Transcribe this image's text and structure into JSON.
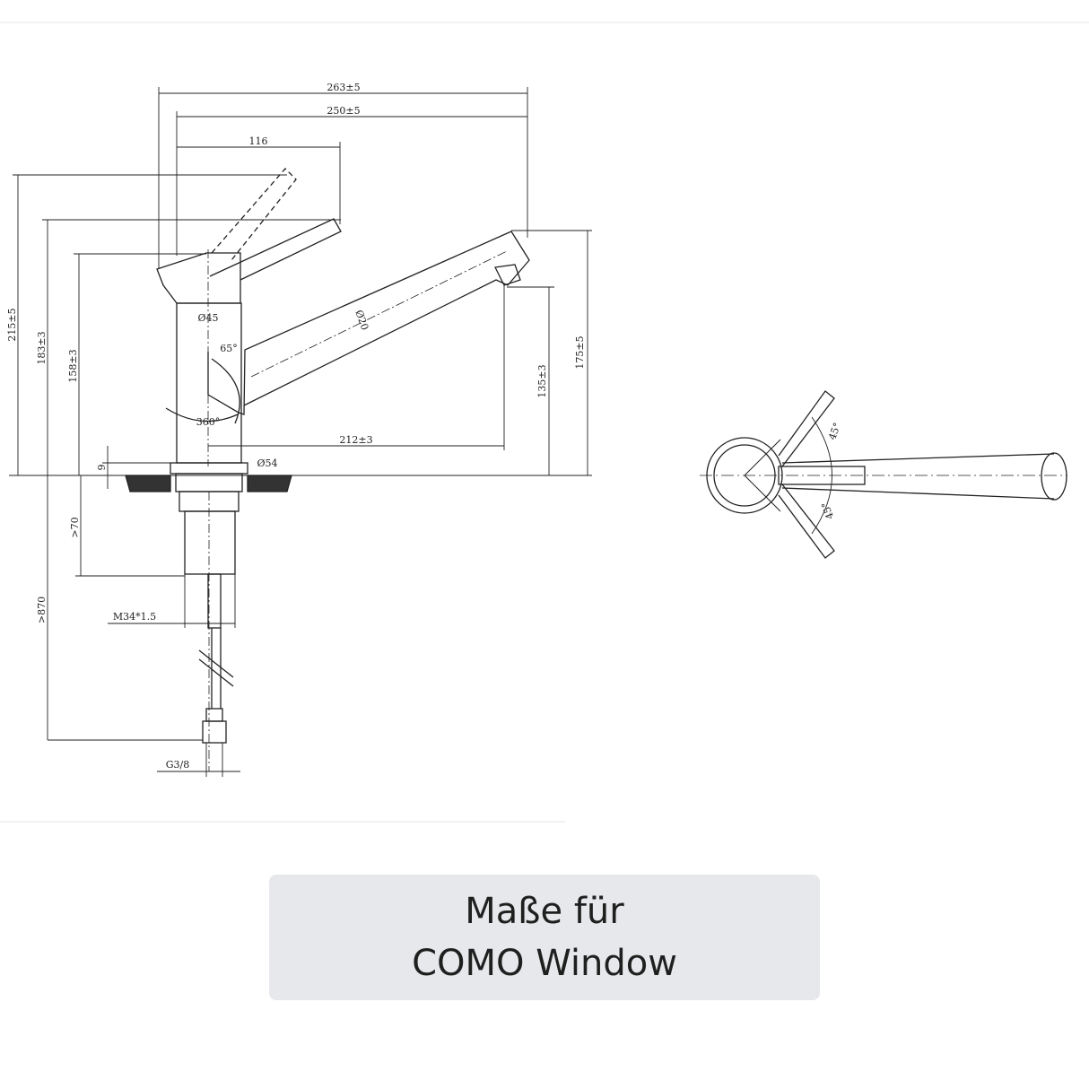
{
  "caption": {
    "line1": "Maße für",
    "line2": "COMO Window"
  },
  "dims": {
    "d263": "263±5",
    "d250": "250±5",
    "d116": "116",
    "d215": "215±5",
    "d183": "183±3",
    "d158": "158±3",
    "d175": "175±5",
    "d135": "135±3",
    "d212": "212±3",
    "dia45": "Ø45",
    "dia20": "Ø20",
    "dia54": "Ø54",
    "ang65": "65°",
    "ang360": "360°",
    "d9": "9",
    "d70": ">70",
    "d870": ">870",
    "m34": "M34*1.5",
    "g38": "G3/8",
    "ang45a": "45°",
    "ang45b": "45°"
  }
}
